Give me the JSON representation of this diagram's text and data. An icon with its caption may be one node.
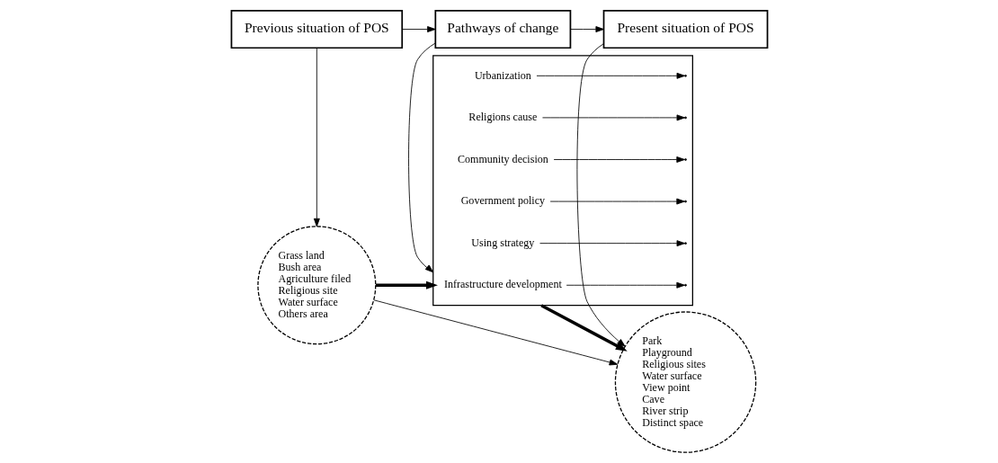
{
  "diagram": {
    "nodes": [
      {
        "text": [
          "Previous situation of POS"
        ]
      },
      {
        "text": [
          "Pathways of change"
        ]
      },
      {
        "text": [
          "Present situation of POS"
        ]
      },
      {
        "text": [
          "Grass land",
          "Bush area",
          "Agriculture filed",
          "Religious site",
          "Water surface",
          "Others area"
        ]
      },
      {
        "text": [],
        "shape": "box"
      },
      {
        "text": [
          "Urbanization"
        ],
        "in": 4
      },
      {
        "text": [
          "Religions cause"
        ],
        "in": 4
      },
      {
        "text": [
          "Community decision"
        ],
        "in": 4
      },
      {
        "text": [
          "Government policy"
        ],
        "in": 4
      },
      {
        "text": [
          "Using strategy"
        ],
        "in": 4
      },
      {
        "text": [
          "Infrastructure development"
        ],
        "in": 4
      },
      {
        "text": [
          "Park",
          "Playground",
          "Religious sites",
          "Water surface",
          "View point",
          "Cave",
          "River strip",
          "Distinct space"
        ]
      }
    ],
    "edges": [
      {
        "from": 0,
        "to": 1,
        "arrow": "to"
      },
      {
        "from": 1,
        "to": 2,
        "arrow": "to"
      },
      {
        "from": 0,
        "to": 3,
        "arrow": "to"
      },
      {
        "from": 1,
        "to": 4,
        "arrow": "to"
      },
      {
        "from": 2,
        "to": 11,
        "arrow": "to"
      },
      {
        "from": 5,
        "to": null,
        "arrow": "to"
      },
      {
        "from": 6,
        "to": null,
        "arrow": "to"
      },
      {
        "from": 7,
        "to": null,
        "arrow": "to"
      },
      {
        "from": 8,
        "to": null,
        "arrow": "to"
      },
      {
        "from": 9,
        "to": null,
        "arrow": "to"
      },
      {
        "from": 10,
        "to": null,
        "arrow": "to"
      },
      {
        "from": 3,
        "to": 4,
        "arrow": "to",
        "style": "thick"
      },
      {
        "from": 4,
        "to": 11,
        "arrow": "to",
        "style": "thick"
      },
      {
        "from": 3,
        "to": 11,
        "arrow": "to"
      }
    ]
  }
}
